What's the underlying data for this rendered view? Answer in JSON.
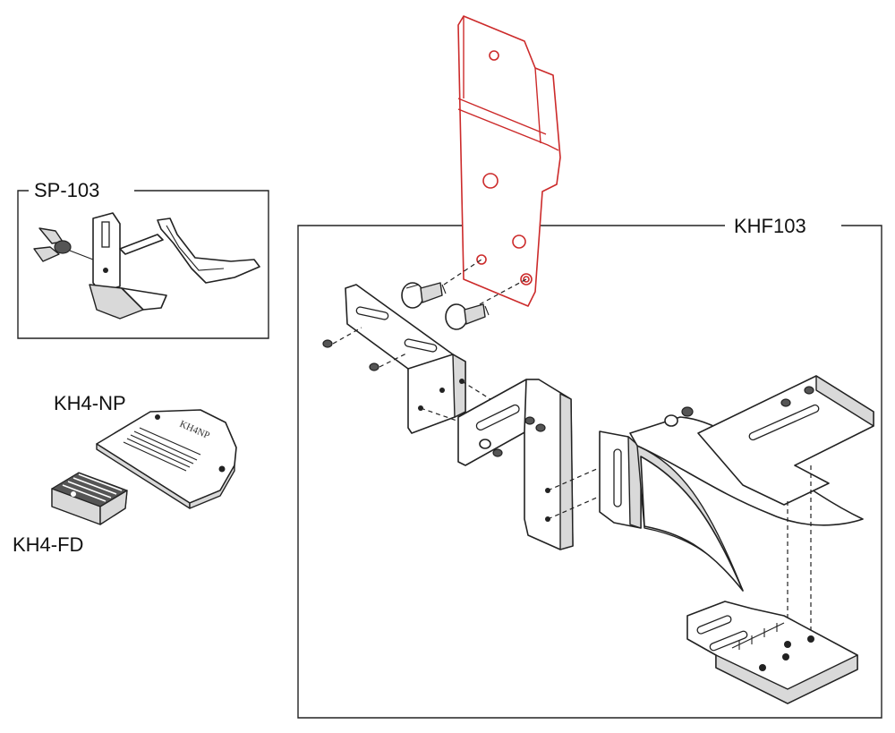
{
  "labels": {
    "sp103": "SP-103",
    "khf103": "KHF103",
    "kh4np": "KH4-NP",
    "kh4fd": "KH4-FD",
    "needle_plate_stamp": "KH4NP"
  },
  "colors": {
    "highlight_part": "#cc2a2a",
    "line": "#222222"
  }
}
